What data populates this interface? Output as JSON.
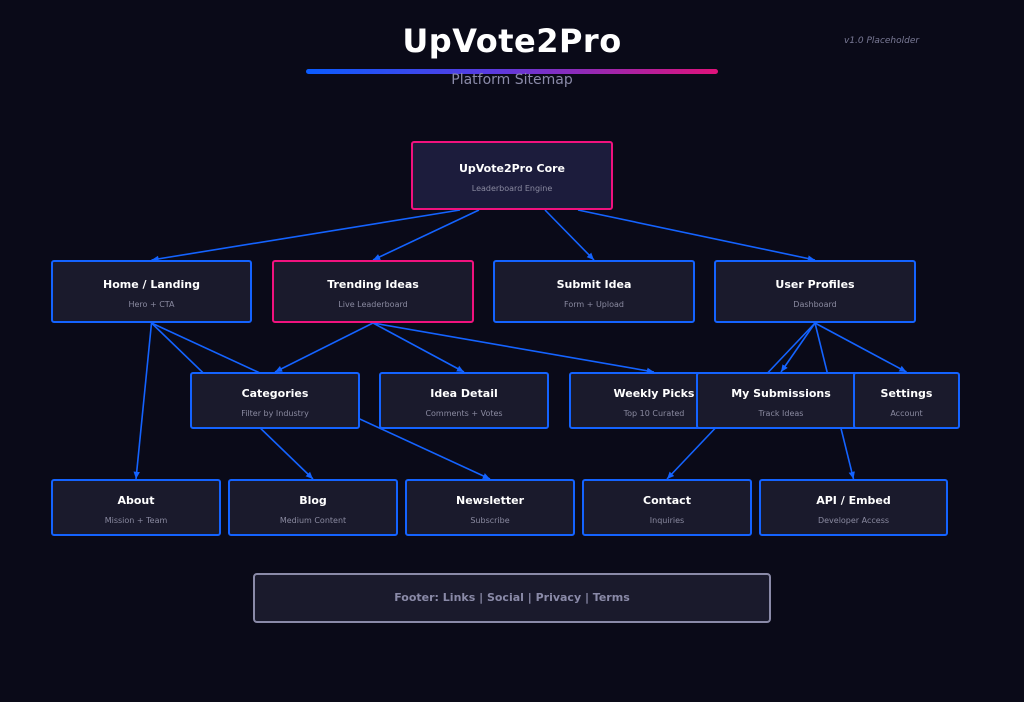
{
  "header": {
    "title": "UpVote2Pro",
    "subtitle": "Platform Sitemap",
    "version": "v1.0 Placeholder"
  },
  "colors": {
    "background": "#0a0a18",
    "edge": "#1463ff",
    "accent": "#f0127e",
    "node_fill": "#1a1a2c"
  },
  "nodes": {
    "core": {
      "title": "UpVote2Pro Core",
      "subtitle": "Leaderboard Engine"
    },
    "home": {
      "title": "Home / Landing",
      "subtitle": "Hero + CTA"
    },
    "trending": {
      "title": "Trending Ideas",
      "subtitle": "Live Leaderboard"
    },
    "submit": {
      "title": "Submit Idea",
      "subtitle": "Form + Upload"
    },
    "profiles": {
      "title": "User Profiles",
      "subtitle": "Dashboard"
    },
    "categories": {
      "title": "Categories",
      "subtitle": "Filter by Industry"
    },
    "detail": {
      "title": "Idea Detail",
      "subtitle": "Comments + Votes"
    },
    "weekly": {
      "title": "Weekly Picks",
      "subtitle": "Top 10 Curated"
    },
    "submissions": {
      "title": "My Submissions",
      "subtitle": "Track Ideas"
    },
    "settings": {
      "title": "Settings",
      "subtitle": "Account"
    },
    "about": {
      "title": "About",
      "subtitle": "Mission + Team"
    },
    "blog": {
      "title": "Blog",
      "subtitle": "Medium Content"
    },
    "newsletter": {
      "title": "Newsletter",
      "subtitle": "Subscribe"
    },
    "contact": {
      "title": "Contact",
      "subtitle": "Inquiries"
    },
    "api": {
      "title": "API / Embed",
      "subtitle": "Developer Access"
    }
  },
  "edges": [
    [
      "core",
      "home"
    ],
    [
      "core",
      "trending"
    ],
    [
      "core",
      "submit"
    ],
    [
      "core",
      "profiles"
    ],
    [
      "home",
      "about"
    ],
    [
      "home",
      "blog"
    ],
    [
      "home",
      "newsletter"
    ],
    [
      "trending",
      "categories"
    ],
    [
      "trending",
      "detail"
    ],
    [
      "trending",
      "weekly"
    ],
    [
      "profiles",
      "submissions"
    ],
    [
      "profiles",
      "settings"
    ],
    [
      "profiles",
      "contact"
    ],
    [
      "profiles",
      "api"
    ]
  ],
  "footer": {
    "text": "Footer: Links | Social | Privacy | Terms"
  }
}
